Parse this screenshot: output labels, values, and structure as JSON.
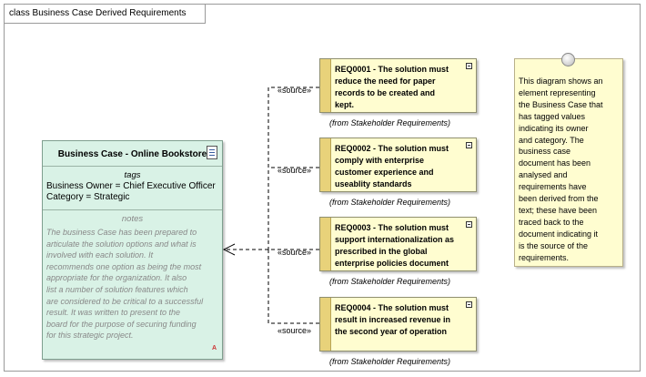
{
  "frame": {
    "title": "class Business Case Derived Requirements"
  },
  "business_case": {
    "title": "Business Case - Online Bookstore",
    "tags_label": "tags",
    "tags": [
      "Business Owner = Chief Executive Officer",
      "Category = Strategic"
    ],
    "notes_label": "notes",
    "notes_lines": [
      "The business Case has been prepared to",
      "articulate the solution options and what is",
      "involved with each solution. It",
      "recommends one option as being the most",
      "appropriate for the organization. It also",
      "list a number of solution features which",
      "are considered to be critical to a successful",
      "result. It was written to present to the",
      "board for the purpose of securing funding",
      "for this strategic project."
    ],
    "corner_mark": "A"
  },
  "requirements": [
    {
      "lines": [
        "REQ0001 - The solution must",
        "reduce the need for paper",
        "records to be created and",
        "kept."
      ],
      "from": "(from Stakeholder Requirements)",
      "connector": "«source»"
    },
    {
      "lines": [
        "REQ0002 - The solution must",
        "comply with enterprise",
        "customer experience and",
        "useablity standards"
      ],
      "from": "(from Stakeholder Requirements)",
      "connector": "«source»"
    },
    {
      "lines": [
        "REQ0003 - The solution must",
        "support internationalization as",
        "prescribed in the global",
        "enterprise policies document"
      ],
      "from": "(from Stakeholder Requirements)",
      "connector": "«source»"
    },
    {
      "lines": [
        "REQ0004 - The solution must",
        "result in increased revenue in",
        "the second year of operation"
      ],
      "from": "(from Stakeholder Requirements)",
      "connector": "«source»"
    }
  ],
  "note": {
    "lines": [
      "This diagram shows an",
      "element representing",
      "the Business Case that",
      "has tagged values",
      "indicating its owner",
      "and category. The",
      "business case",
      "document has been",
      "analysed and",
      "requirements have",
      "been derived from the",
      "text; these have been",
      "traced back to the",
      "document indicating it",
      "is the source of the",
      "requirements."
    ]
  }
}
